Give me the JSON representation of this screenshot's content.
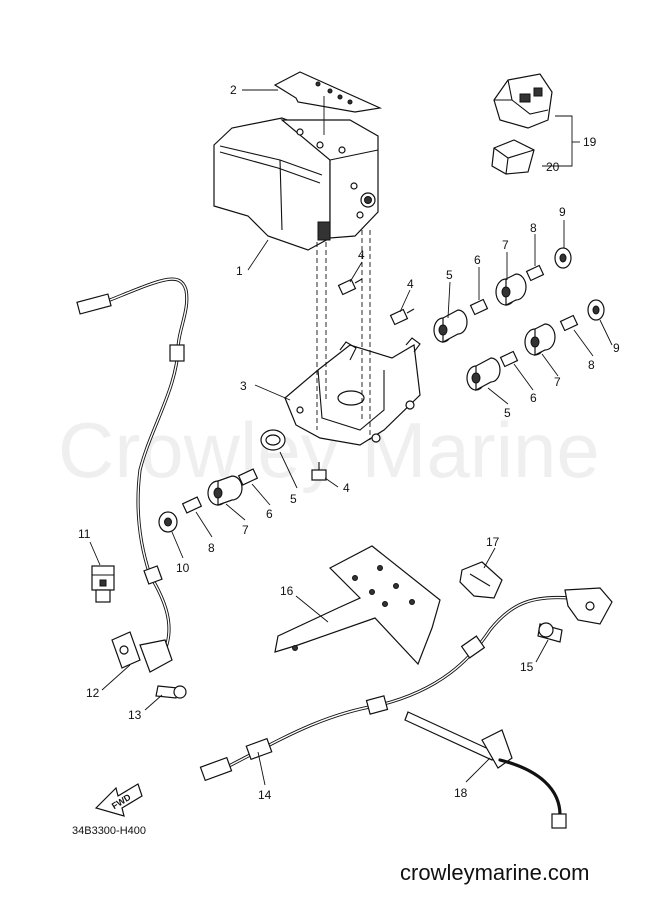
{
  "watermark": "Crowley Marine",
  "site": "crowleymarine.com",
  "diagram_code": "34B3300-H400",
  "fwd": "FWD",
  "callouts": [
    "1",
    "2",
    "3",
    "4",
    "4",
    "4",
    "5",
    "5",
    "5",
    "6",
    "6",
    "6",
    "7",
    "7",
    "7",
    "8",
    "8",
    "8",
    "9",
    "9",
    "10",
    "11",
    "12",
    "13",
    "14",
    "15",
    "16",
    "17",
    "18",
    "19",
    "20"
  ]
}
